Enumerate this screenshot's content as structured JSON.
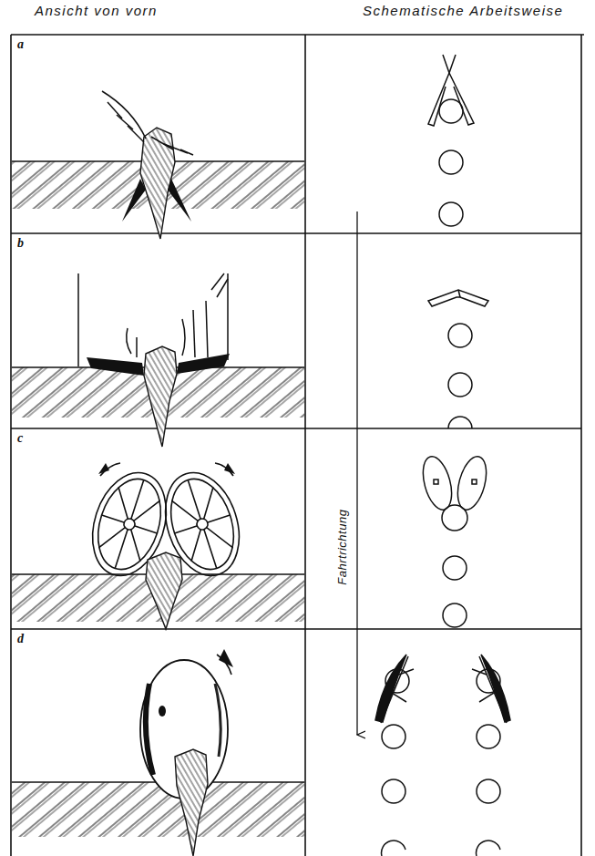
{
  "diagram": {
    "labels": [
      "Ansicht von vorn",
      "Schematische Arbeitsweise",
      "a",
      "b",
      "c",
      "d",
      "Fahrtrichtung"
    ]
  }
}
